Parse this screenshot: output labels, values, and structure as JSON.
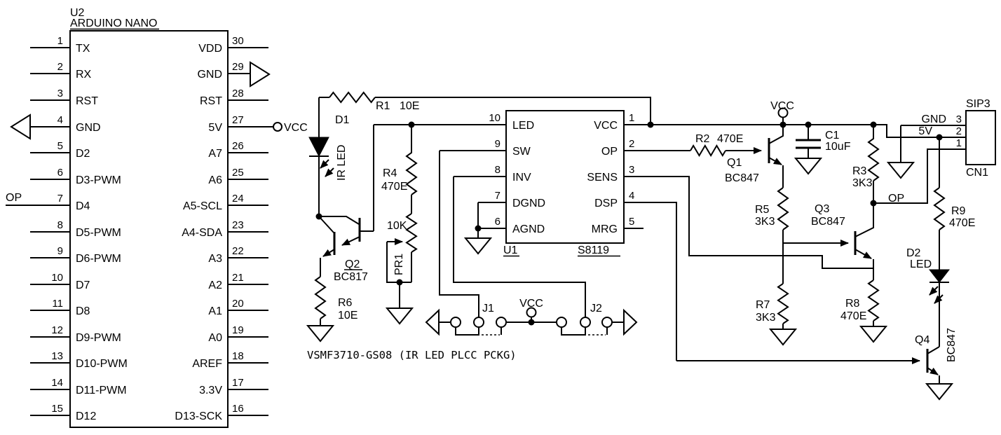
{
  "u2": {
    "ref": "U2",
    "part": "ARDUINO NANO",
    "pins_left": [
      {
        "n": "1",
        "l": "TX"
      },
      {
        "n": "2",
        "l": "RX"
      },
      {
        "n": "3",
        "l": "RST"
      },
      {
        "n": "4",
        "l": "GND"
      },
      {
        "n": "5",
        "l": "D2"
      },
      {
        "n": "6",
        "l": "D3-PWM"
      },
      {
        "n": "7",
        "l": "D4"
      },
      {
        "n": "8",
        "l": "D5-PWM"
      },
      {
        "n": "9",
        "l": "D6-PWM"
      },
      {
        "n": "10",
        "l": "D7"
      },
      {
        "n": "11",
        "l": "D8"
      },
      {
        "n": "12",
        "l": "D9-PWM"
      },
      {
        "n": "13",
        "l": "D10-PWM"
      },
      {
        "n": "14",
        "l": "D11-PWM"
      },
      {
        "n": "15",
        "l": "D12"
      }
    ],
    "pins_right": [
      {
        "n": "30",
        "l": "VDD"
      },
      {
        "n": "29",
        "l": "GND"
      },
      {
        "n": "28",
        "l": "RST"
      },
      {
        "n": "27",
        "l": "5V"
      },
      {
        "n": "26",
        "l": "A7"
      },
      {
        "n": "25",
        "l": "A6"
      },
      {
        "n": "24",
        "l": "A5-SCL"
      },
      {
        "n": "23",
        "l": "A4-SDA"
      },
      {
        "n": "22",
        "l": "A3"
      },
      {
        "n": "21",
        "l": "A2"
      },
      {
        "n": "20",
        "l": "A1"
      },
      {
        "n": "19",
        "l": "A0"
      },
      {
        "n": "18",
        "l": "AREF"
      },
      {
        "n": "17",
        "l": "3.3V"
      },
      {
        "n": "16",
        "l": "D13-SCK"
      }
    ]
  },
  "u1": {
    "ref": "U1",
    "part": "S8119",
    "pins_left": [
      {
        "n": "10",
        "l": "LED"
      },
      {
        "n": "9",
        "l": "SW"
      },
      {
        "n": "8",
        "l": "INV"
      },
      {
        "n": "7",
        "l": "DGND"
      },
      {
        "n": "6",
        "l": "AGND"
      }
    ],
    "pins_right": [
      {
        "n": "1",
        "l": "VCC"
      },
      {
        "n": "2",
        "l": "OP"
      },
      {
        "n": "3",
        "l": "SENS"
      },
      {
        "n": "4",
        "l": "DSP"
      },
      {
        "n": "5",
        "l": "MRG"
      }
    ]
  },
  "cn1": {
    "ref": "CN1",
    "part": "SIP3",
    "pins": [
      {
        "n": "3",
        "l": "GND"
      },
      {
        "n": "2",
        "l": "5V"
      },
      {
        "n": "1",
        "l": ""
      }
    ]
  },
  "parts": {
    "r1": {
      "ref": "R1",
      "val": "10E"
    },
    "r2": {
      "ref": "R2",
      "val": "470E"
    },
    "r3": {
      "ref": "R3",
      "val": "3K3"
    },
    "r4": {
      "ref": "R4",
      "val": "470E"
    },
    "r5": {
      "ref": "R5",
      "val": "3K3"
    },
    "r6": {
      "ref": "R6",
      "val": "10E"
    },
    "r7": {
      "ref": "R7",
      "val": "3K3"
    },
    "r8": {
      "ref": "R8",
      "val": "470E"
    },
    "r9": {
      "ref": "R9",
      "val": "470E"
    },
    "pr1": {
      "ref": "PR1",
      "val": "10K"
    },
    "c1": {
      "ref": "C1",
      "val": "10uF"
    },
    "d1": {
      "ref": "D1",
      "val": "IR LED"
    },
    "d2": {
      "ref": "D2",
      "val": "LED"
    },
    "q1": {
      "ref": "Q1",
      "val": "BC847"
    },
    "q2": {
      "ref": "Q2",
      "val": "BC817"
    },
    "q3": {
      "ref": "Q3",
      "val": "BC847"
    },
    "q4": {
      "ref": "Q4",
      "val": "BC847"
    },
    "j1": {
      "ref": "J1"
    },
    "j2": {
      "ref": "J2"
    }
  },
  "nets": {
    "vcc": "VCC",
    "op": "OP"
  },
  "note": "VSMF3710-GS08 (IR LED PLCC PCKG)",
  "colors": {
    "ink": "#000000",
    "bg": "#ffffff"
  }
}
